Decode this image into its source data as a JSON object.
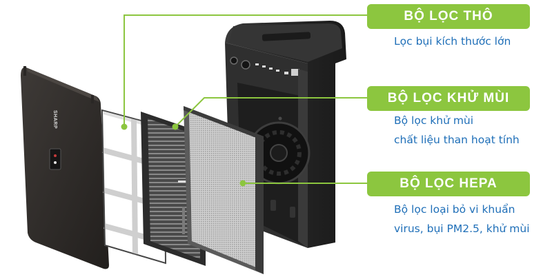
{
  "brand": {
    "logo_text": "SHARP"
  },
  "colors": {
    "accent_green": "#8cc63f",
    "desc_blue": "#1f6fb8",
    "device_body": "#2b2b2b"
  },
  "callouts": [
    {
      "title": "BỘ LỌC THÔ",
      "lines": [
        "Lọc bụi kích thước lớn"
      ]
    },
    {
      "title": "BỘ LỌC KHỬ MÙI",
      "lines": [
        "Bộ lọc khử mùi",
        "chất liệu than hoạt tính"
      ]
    },
    {
      "title": "BỘ LỌC HEPA",
      "lines": [
        "Bộ lọc loại bỏ vi khuẩn",
        "virus, bụi PM2.5, khử mùi"
      ]
    }
  ]
}
